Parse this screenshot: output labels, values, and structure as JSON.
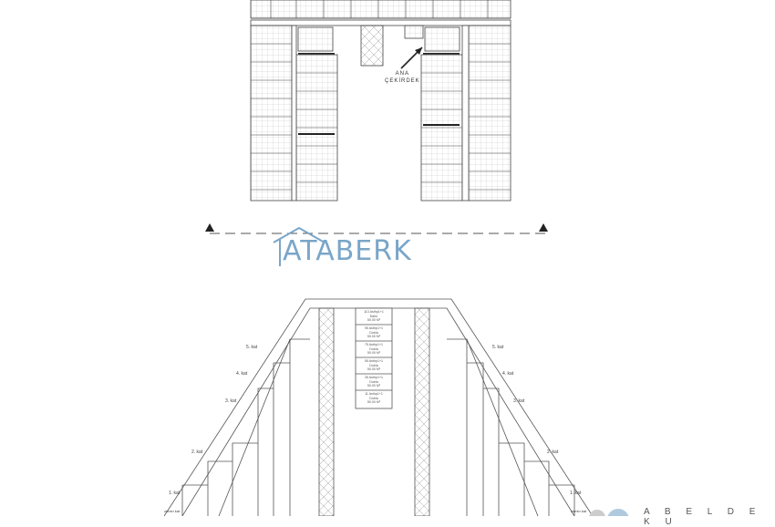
{
  "floor_plan": {
    "core_label_line1": "ANA",
    "core_label_line2": "ÇEKİRDEK"
  },
  "watermark": {
    "text": "ATABERK",
    "color": "#7aa6c8"
  },
  "elevation": {
    "floors_left": [
      "5. kat",
      "4. kat",
      "3. kat",
      "2. kat",
      "1. kat"
    ],
    "floors_right": [
      "5. kat",
      "4. kat",
      "3. kat",
      "2. kat",
      "1. kat"
    ],
    "center_units": [
      {
        "line1": "113 Asthp1+1",
        "line2": "Dahn",
        "line3": "50.00 M²"
      },
      {
        "line1": "95 Asthp1+1",
        "line2": "Dubla",
        "line3": "50.00 M²"
      },
      {
        "line1": "75 Asthp1+1",
        "line2": "Dubla",
        "line3": "50.00 M²"
      },
      {
        "line1": "55 Asthp1+1",
        "line2": "Dubla",
        "line3": "50.00 M²"
      },
      {
        "line1": "35 Asthp1+1",
        "line2": "Dubla",
        "line3": "50.00 M²"
      },
      {
        "line1": "11 Asthp1+1",
        "line2": "Dubla",
        "line3": "50.00 M²"
      }
    ],
    "bottom_left_note": "zemin kat",
    "bottom_right_note": "zemin kat"
  },
  "brand_footer": {
    "text": "A B E L D E K U"
  },
  "colors": {
    "line": "#555555",
    "accent_logo": "#7aa6c8"
  }
}
